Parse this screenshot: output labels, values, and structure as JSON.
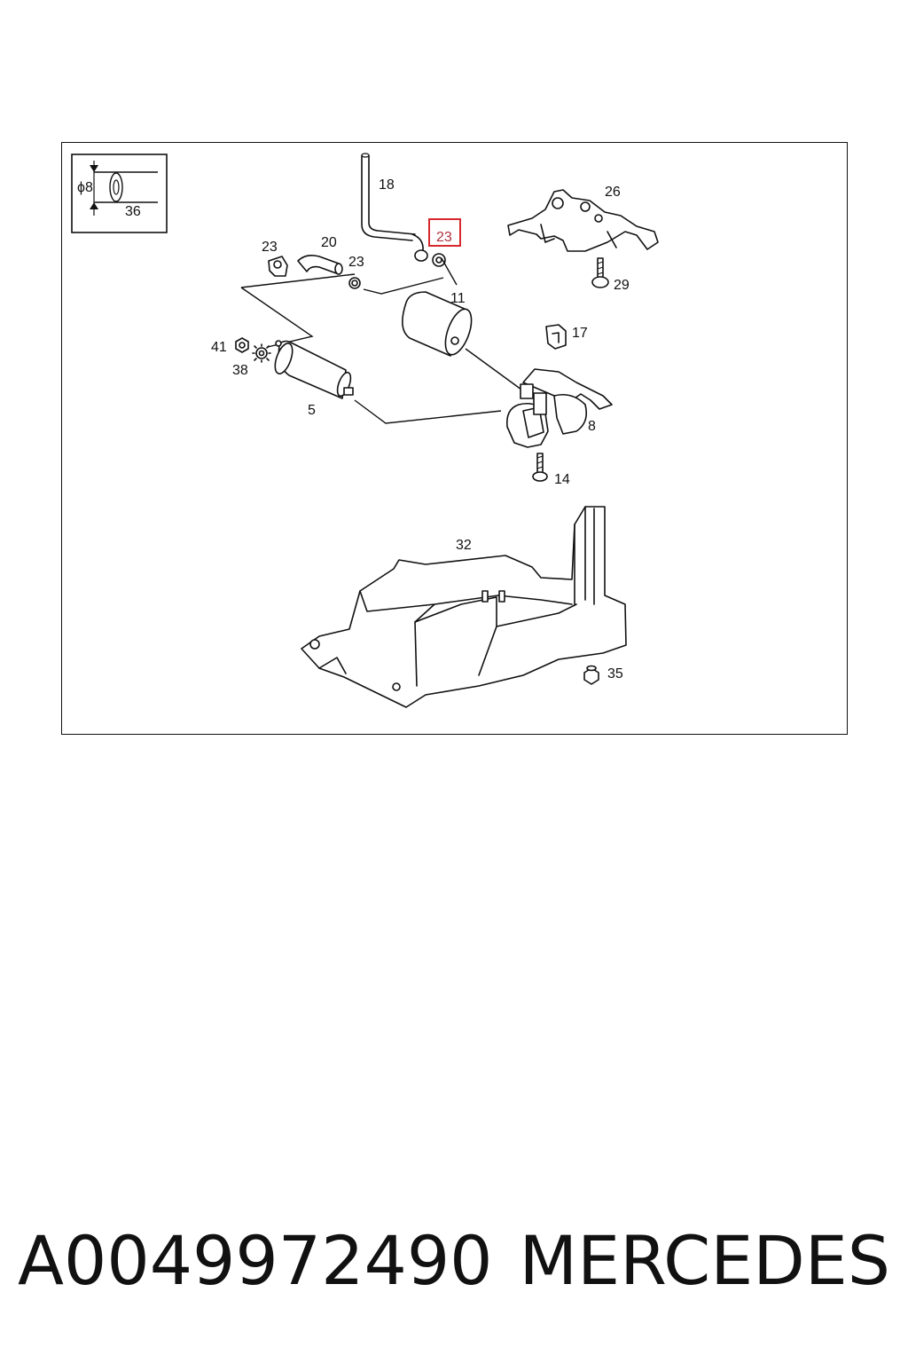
{
  "diagram": {
    "callouts": {
      "c18": "18",
      "c23_highlight": "23",
      "c26": "26",
      "c23_left": "23",
      "c20": "20",
      "c23_mid": "23",
      "c11": "11",
      "c29": "29",
      "c17": "17",
      "c41": "41",
      "c38": "38",
      "c5": "5",
      "c8": "8",
      "c14": "14",
      "c32": "32",
      "c35": "35"
    },
    "inset": {
      "diameter_label": "ϕ8",
      "length_label": "36"
    },
    "highlight_color": "#d6282d"
  },
  "footer": {
    "part_number": "A0049972490",
    "brand": "MERCEDES"
  }
}
